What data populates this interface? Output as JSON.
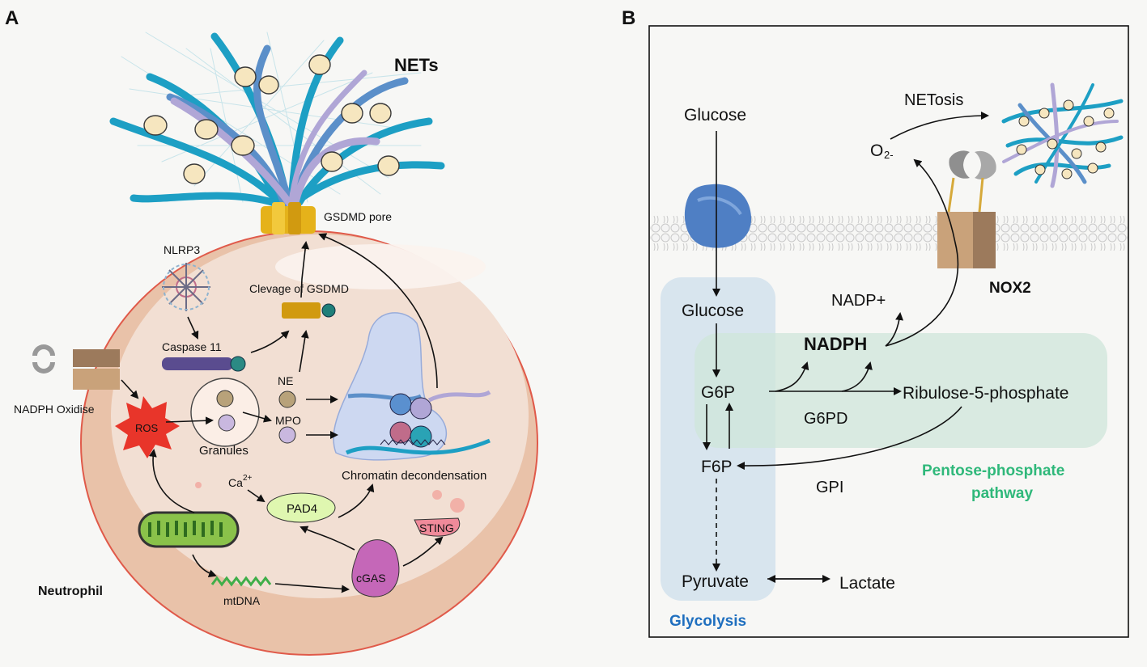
{
  "panel_a": {
    "letter": "A",
    "nets": "NETs",
    "gsdmd_pore": "GSDMD pore",
    "nlrp3": "NLRP3",
    "clevage": "Clevage of GSDMD",
    "caspase": "Caspase 11",
    "nadph_oxidise": "NADPH Oxidise",
    "ros": "ROS",
    "granules": "Granules",
    "ne": "NE",
    "mpo": "MPO",
    "ca": "Ca",
    "ca_sup": "2+",
    "pad4": "PAD4",
    "chromatin": "Chromatin decondensation",
    "sting": "STING",
    "cgas": "cGAS",
    "mtdna": "mtDNA",
    "neutrophil": "Neutrophil"
  },
  "panel_b": {
    "letter": "B",
    "glucose_out": "Glucose",
    "netosis": "NETosis",
    "o2": "O",
    "o2_sub": "2-",
    "nox2": "NOX2",
    "glucose_in": "Glucose",
    "nadp_plus": "NADP+",
    "nadph": "NADPH",
    "g6p": "G6P",
    "ribulose": "Ribulose-5-phosphate",
    "g6pd": "G6PD",
    "f6p": "F6P",
    "gpi": "GPI",
    "ppp_line1": "Pentose-phosphate",
    "ppp_line2": "pathway",
    "pyruvate": "Pyruvate",
    "lactate": "Lactate",
    "glycolysis": "Glycolysis"
  },
  "colors": {
    "glycolysis": "#1f6fbf",
    "ppp": "#2fb87a",
    "cell_border": "#e05a4a",
    "cell_fill": "#f0d5c4",
    "ros": "#e8352a",
    "pad4": "#dff7b0",
    "cgas": "#c567b8",
    "sting": "#f08a9a"
  }
}
